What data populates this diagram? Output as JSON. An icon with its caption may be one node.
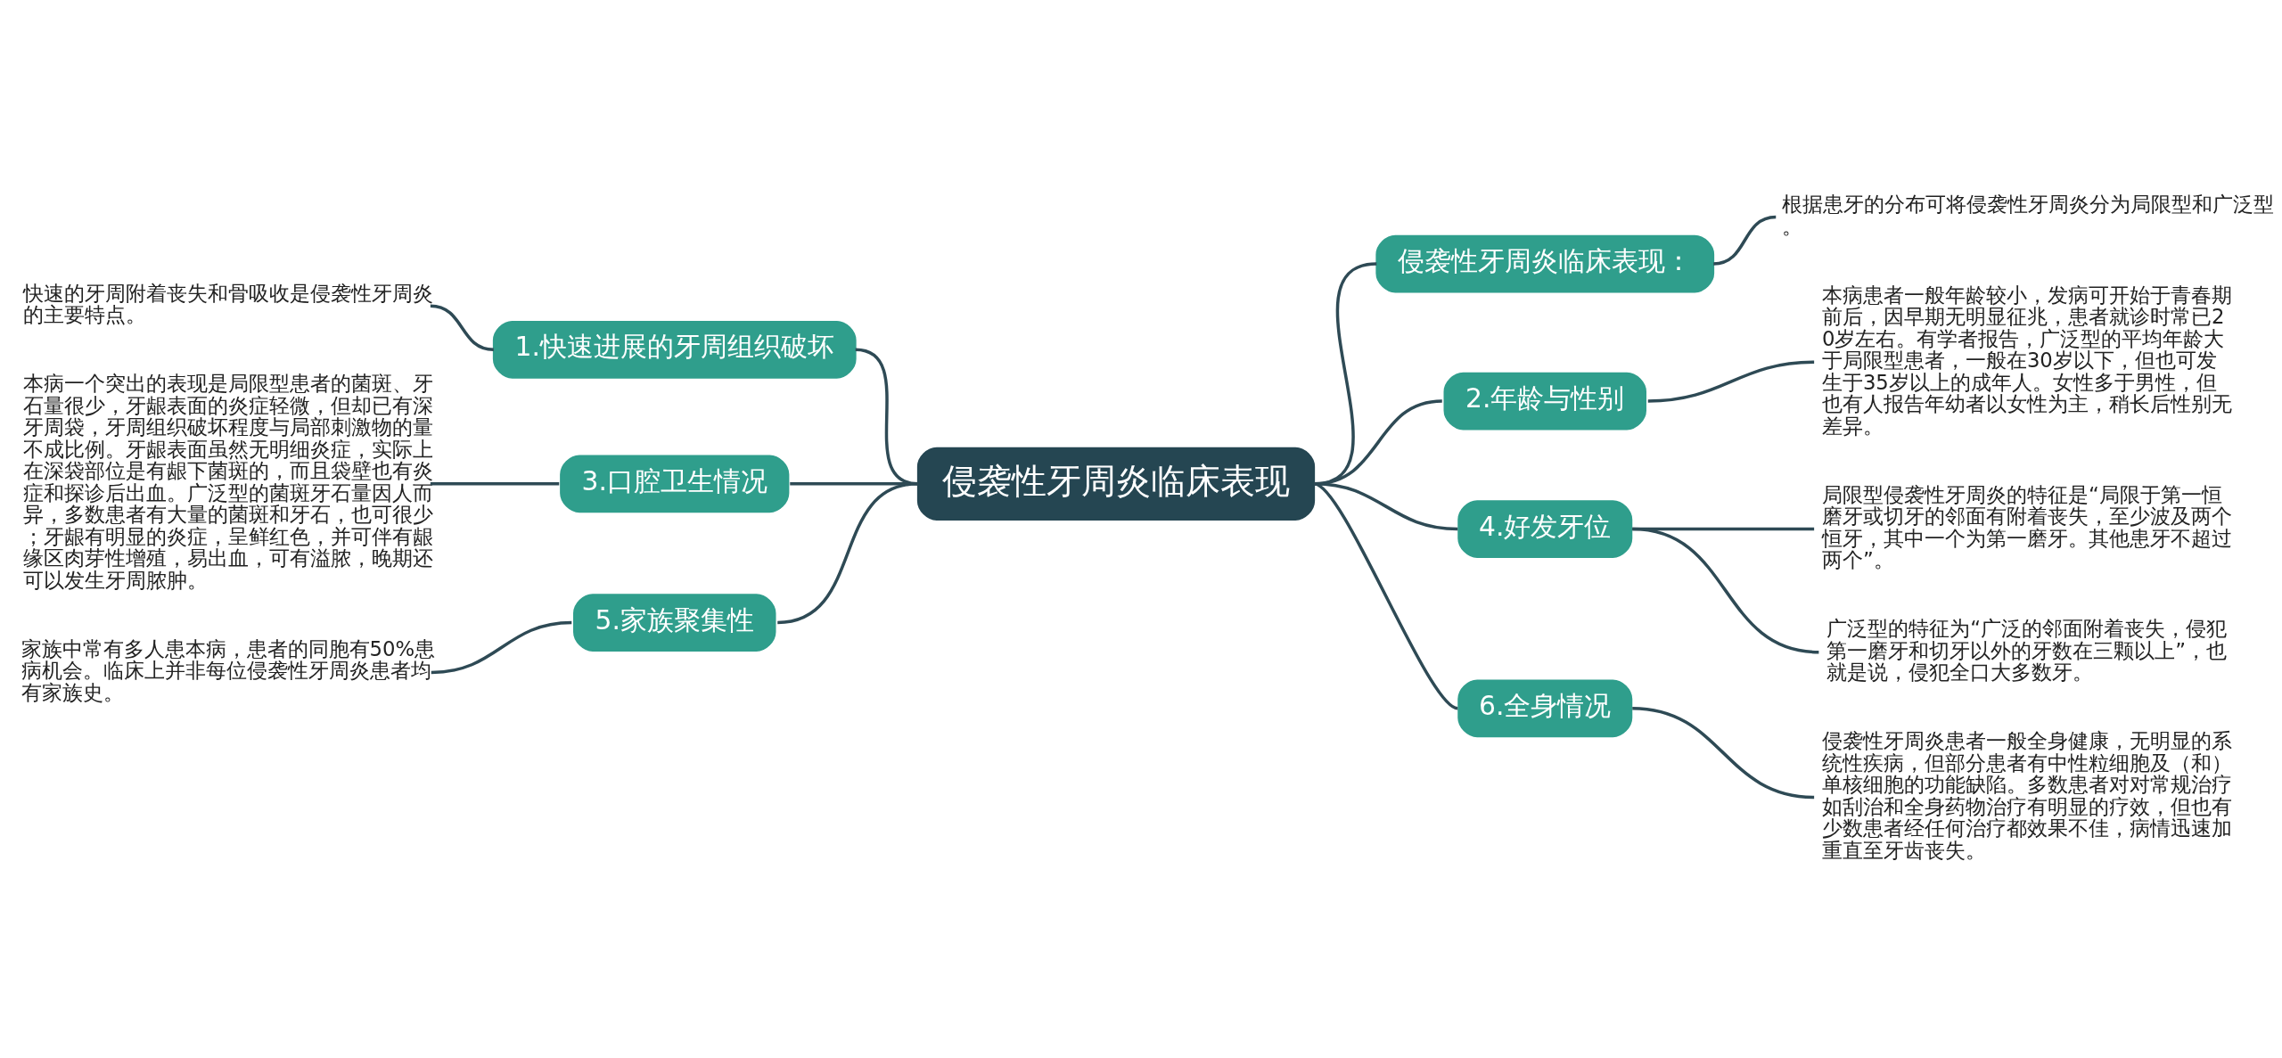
{
  "diagram": {
    "nodes": [
      {
        "text": [
          "侵袭性牙周炎临床表现"
        ]
      },
      {
        "text": [
          "侵袭性牙周炎临床表现："
        ]
      },
      {
        "text": [
          "根据患牙的分布可将侵袭性牙周炎分为局限型和广泛型。"
        ]
      },
      {
        "text": [
          "2.年龄与性别"
        ]
      },
      {
        "text": [
          "本病患者一般年龄较小，发病可开始于青春期前后，因早期无明显征兆，患者就诊时常已20岁左右。有学者报告，广泛型的平均年龄大于局限型患者，一般在30岁以下，但也可发生于35岁以上的成年人。女性多于男性，但也有人报告年幼者以女性为主，稍长后性别无差异。"
        ]
      },
      {
        "text": [
          "4.好发牙位"
        ]
      },
      {
        "text": [
          "局限型侵袭性牙周炎的特征是“局限于第一恒磨牙或切牙的邻面有附着丧失，至少波及两个恒牙，其中一个为第一磨牙。其他患牙不超过两个”。"
        ]
      },
      {
        "text": [
          "广泛型的特征为“广泛的邻面附着丧失，侵犯第一磨牙和切牙以外的牙数在三颗以上”，也就是说，侵犯全口大多数牙。"
        ]
      },
      {
        "text": [
          "6.全身情况"
        ]
      },
      {
        "text": [
          "侵袭性牙周炎患者一般全身健康，无明显的系统性疾病，但部分患者有中性粒细胞及（和）单核细胞的功能缺陷。多数患者对对常规治疗如刮治和全身药物治疗有明显的疗效，但也有少数患者经任何治疗都效果不佳，病情迅速加重直至牙齿丧失。"
        ]
      },
      {
        "text": [
          "1.快速进展的牙周组织破坏"
        ]
      },
      {
        "text": [
          "快速的牙周附着丧失和骨吸收是侵袭性牙周炎的主要特点。"
        ]
      },
      {
        "text": [
          "3.口腔卫生情况"
        ]
      },
      {
        "text": [
          "本病一个突出的表现是局限型患者的菌斑、牙石量很少，牙龈表面的炎症轻微，但却已有深牙周袋，牙周组织破坏程度与局部刺激物的量不成比例。牙龈表面虽然无明细炎症，实际上在深袋部位是有龈下菌斑的，而且袋壁也有炎症和探诊后出血。广泛型的菌斑牙石量因人而异，多数患者有大量的菌斑和牙石，也可很少；牙龈有明显的炎症，呈鲜红色，并可伴有龈缘区肉芽性增殖，易出血，可有溢脓，晚期还可以发生牙周脓肿。"
        ]
      },
      {
        "text": [
          "5.家族聚集性"
        ]
      },
      {
        "text": [
          "家族中常有多人患本病，患者的同胞有50%患病机会。临床上并非每位侵袭性牙周炎患者均有家族史。"
        ]
      }
    ],
    "edges": [
      {
        "from": 0,
        "to": 1,
        "arrow": "none"
      },
      {
        "from": 1,
        "to": 2,
        "arrow": "none"
      },
      {
        "from": 0,
        "to": 3,
        "arrow": "none"
      },
      {
        "from": 3,
        "to": 4,
        "arrow": "none"
      },
      {
        "from": 0,
        "to": 5,
        "arrow": "none"
      },
      {
        "from": 5,
        "to": 6,
        "arrow": "none"
      },
      {
        "from": 5,
        "to": 7,
        "arrow": "none"
      },
      {
        "from": 0,
        "to": 8,
        "arrow": "none"
      },
      {
        "from": 8,
        "to": 9,
        "arrow": "none"
      },
      {
        "from": 0,
        "to": 10,
        "arrow": "none"
      },
      {
        "from": 10,
        "to": 11,
        "arrow": "none"
      },
      {
        "from": 0,
        "to": 12,
        "arrow": "none"
      },
      {
        "from": 12,
        "to": 13,
        "arrow": "none"
      },
      {
        "from": 0,
        "to": 14,
        "arrow": "none"
      },
      {
        "from": 14,
        "to": 15,
        "arrow": "none"
      }
    ]
  }
}
